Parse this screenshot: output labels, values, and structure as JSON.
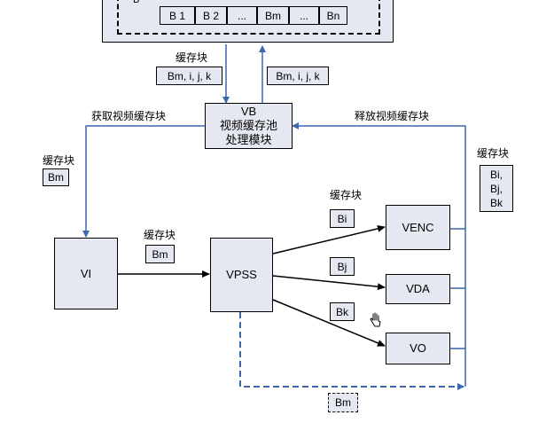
{
  "pool": {
    "label": "B",
    "blocks": [
      "B 1",
      "B 2",
      "...",
      "Bm",
      "...",
      "Bn"
    ]
  },
  "vb": {
    "line1": "VB",
    "line2": "视频缓存池",
    "line3": "处理模块"
  },
  "modules": {
    "vi": "VI",
    "vpss": "VPSS",
    "venc": "VENC",
    "vda": "VDA",
    "vo": "VO"
  },
  "labels": {
    "cache_block": "缓存块",
    "get_video_cache_block": "获取视频缓存块",
    "release_video_cache_block": "释放视频缓存块"
  },
  "buffers": {
    "bmijk_left": "Bm, i, j, k",
    "bmijk_right": "Bm, i, j, k",
    "bm_left": "Bm",
    "bm_vi_vpss": "Bm",
    "bi": "Bi",
    "bj": "Bj",
    "bk": "Bk",
    "bi_stack_1": "Bi,",
    "bi_stack_2": "Bj,",
    "bi_stack_3": "Bk",
    "bm_bottom": "Bm"
  },
  "colors": {
    "box_fill": "#e6e8f1",
    "arrow_blue": "#3b67ad",
    "arrow_black": "#000000"
  }
}
